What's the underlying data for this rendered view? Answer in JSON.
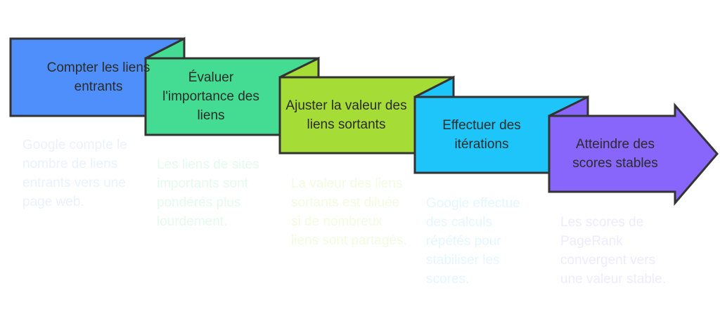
{
  "steps": [
    {
      "title": "Compter les liens entrants",
      "description": "Google compte le nombre de liens entrants vers une page web.",
      "color": "#4f8ffc",
      "text_color": "#eaf1ff"
    },
    {
      "title": "Évaluer l'importance des liens",
      "description": "Les liens de sites importants sont pondérés plus lourdement.",
      "color": "#44dc92",
      "text_color": "#e6faf0"
    },
    {
      "title": "Ajuster la valeur des liens sortants",
      "description": "La valeur des liens sortants est diluée si de nombreux liens sont partagés.",
      "color": "#a5dc35",
      "text_color": "#f3fbe2"
    },
    {
      "title": "Effectuer des itérations",
      "description": "Google effectue des calculs répétés pour stabiliser les scores.",
      "color": "#1ec5fa",
      "text_color": "#e5f7fe"
    },
    {
      "title": "Atteindre des scores stables",
      "description": "Les scores de PageRank convergent vers une valeur stable.",
      "color": "#8866fc",
      "text_color": "#efebff"
    }
  ]
}
